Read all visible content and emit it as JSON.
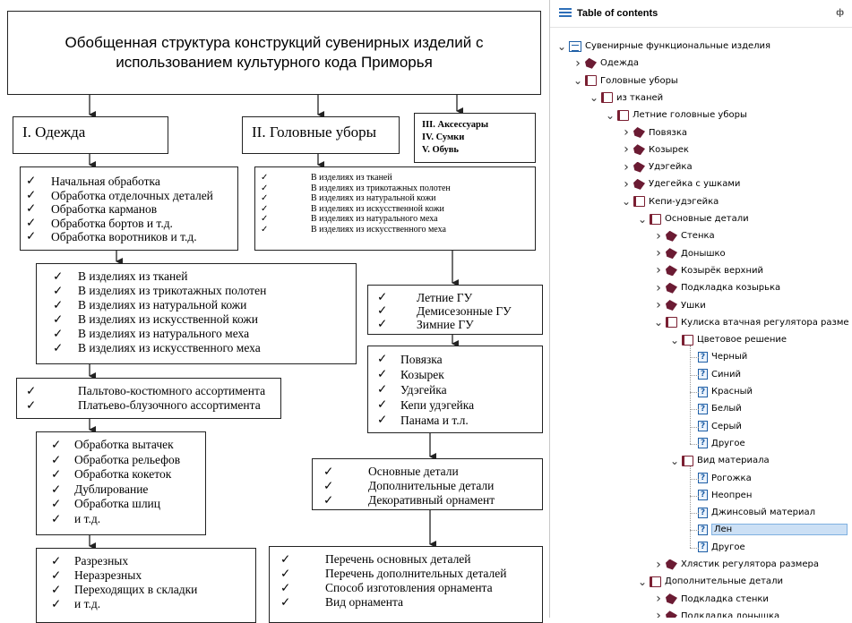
{
  "diagram": {
    "title": "Обобщенная структура конструкций сувенирных изделий с использованием культурного кода Приморья",
    "section_1": "I. Одежда",
    "section_2": "II. Головные уборы",
    "section_3": [
      "III. Аксессуары",
      "IV. Сумки",
      "V. Обувь"
    ],
    "clothing_processing": [
      "Начальная обработка",
      "Обработка отделочных деталей",
      "Обработка карманов",
      "Обработка бортов и т.д.",
      "Обработка воротников и т.д."
    ],
    "hats_materials": [
      "В изделиях из тканей",
      "В изделиях из трикотажных полотен",
      "В изделиях из натуральной кожи",
      "В изделиях из искусственной кожи",
      "В изделиях из натурального меха",
      "В изделиях из искусственного меха"
    ],
    "clothing_materials": [
      "В изделиях из тканей",
      "В изделиях из трикотажных полотен",
      "В изделиях из натуральной кожи",
      "В изделиях из искусственной кожи",
      "В изделиях из натурального меха",
      "В изделиях из искусственного меха"
    ],
    "seasons": [
      "Летние ГУ",
      "Демисезонные ГУ",
      "Зимние ГУ"
    ],
    "assortment": [
      "Пальтово-костюмного ассортимента",
      "Платьево-блузочного ассортимента"
    ],
    "hat_types": [
      "Повязка",
      "Козырек",
      "Удэгейка",
      "Кепи удэгейка",
      "Панама и т.л."
    ],
    "darts": [
      "Обработка вытачек",
      "Обработка рельефов",
      "Обработка кокеток",
      "Дублирование",
      "Обработка шлиц",
      "и т.д."
    ],
    "parts": [
      "Основные детали",
      "Дополнительные детали",
      "Декоративный орнамент"
    ],
    "cuts": [
      "Разрезных",
      "Неразрезных",
      "Переходящих в складки",
      "и т.д."
    ],
    "lists": [
      "Перечень основных деталей",
      "Перечень дополнительных деталей",
      "Способ изготовления орнамента",
      "Вид орнамента"
    ]
  },
  "toc": {
    "header": "Table of contents",
    "pin": "ф",
    "items": [
      {
        "label": "Сувенирные функциональные изделия",
        "icon": "root-icon",
        "chev": "v",
        "level": 0
      },
      {
        "label": "Одежда",
        "icon": "gem-icon",
        "chev": ">",
        "level": 1
      },
      {
        "label": "Головные уборы",
        "icon": "book-icon",
        "chev": "v",
        "level": 1
      },
      {
        "label": "из тканей",
        "icon": "book-icon",
        "chev": "v",
        "level": 2
      },
      {
        "label": "Летние головные уборы",
        "icon": "book-icon",
        "chev": "v",
        "level": 3
      },
      {
        "label": "Повязка",
        "icon": "gem-icon",
        "chev": ">",
        "level": 4
      },
      {
        "label": "Козырек",
        "icon": "gem-icon",
        "chev": ">",
        "level": 4
      },
      {
        "label": "Удэгейка",
        "icon": "gem-icon",
        "chev": ">",
        "level": 4
      },
      {
        "label": "Удегейка с ушками",
        "icon": "gem-icon",
        "chev": ">",
        "level": 4
      },
      {
        "label": "Кепи-удэгейка",
        "icon": "book-icon",
        "chev": "v",
        "level": 4
      },
      {
        "label": "Основные детали",
        "icon": "book-icon",
        "chev": "v",
        "level": 5
      },
      {
        "label": "Стенка",
        "icon": "gem-icon",
        "chev": ">",
        "level": 6
      },
      {
        "label": "Донышко",
        "icon": "gem-icon",
        "chev": ">",
        "level": 6
      },
      {
        "label": "Козырёк верхний",
        "icon": "gem-icon",
        "chev": ">",
        "level": 6
      },
      {
        "label": "Подкладка козырька",
        "icon": "gem-icon",
        "chev": ">",
        "level": 6
      },
      {
        "label": "Ушки",
        "icon": "gem-icon",
        "chev": ">",
        "level": 6
      },
      {
        "label": "Кулиска втачная регулятора разме",
        "icon": "book-icon",
        "chev": "v",
        "level": 6
      },
      {
        "label": "Цветовое решение",
        "icon": "book-icon",
        "chev": "v",
        "level": 7
      },
      {
        "label": "Черный",
        "icon": "q-icon",
        "chev": "",
        "level": 8
      },
      {
        "label": "Синий",
        "icon": "q-icon",
        "chev": "",
        "level": 8
      },
      {
        "label": "Красный",
        "icon": "q-icon",
        "chev": "",
        "level": 8
      },
      {
        "label": "Белый",
        "icon": "q-icon",
        "chev": "",
        "level": 8
      },
      {
        "label": "Серый",
        "icon": "q-icon",
        "chev": "",
        "level": 8
      },
      {
        "label": "Другое",
        "icon": "q-icon",
        "chev": "",
        "level": 8
      },
      {
        "label": "Вид материала",
        "icon": "book-icon",
        "chev": "v",
        "level": 7
      },
      {
        "label": "Рогожка",
        "icon": "q-icon",
        "chev": "",
        "level": 8
      },
      {
        "label": "Неопрен",
        "icon": "q-icon",
        "chev": "",
        "level": 8
      },
      {
        "label": "Джинсовый материал",
        "icon": "q-icon",
        "chev": "",
        "level": 8
      },
      {
        "label": "Лен",
        "icon": "q-icon",
        "chev": "",
        "level": 8,
        "selected": true
      },
      {
        "label": "Другое",
        "icon": "q-icon",
        "chev": "",
        "level": 8
      },
      {
        "label": "Хлястик регулятора размера",
        "icon": "gem-icon",
        "chev": ">",
        "level": 6
      },
      {
        "label": "Дополнительные детали",
        "icon": "book-icon",
        "chev": "v",
        "level": 5
      },
      {
        "label": "Подкладка стенки",
        "icon": "gem-icon",
        "chev": ">",
        "level": 6
      },
      {
        "label": "Подкладка донышка",
        "icon": "gem-icon",
        "chev": ">",
        "level": 6
      }
    ]
  }
}
